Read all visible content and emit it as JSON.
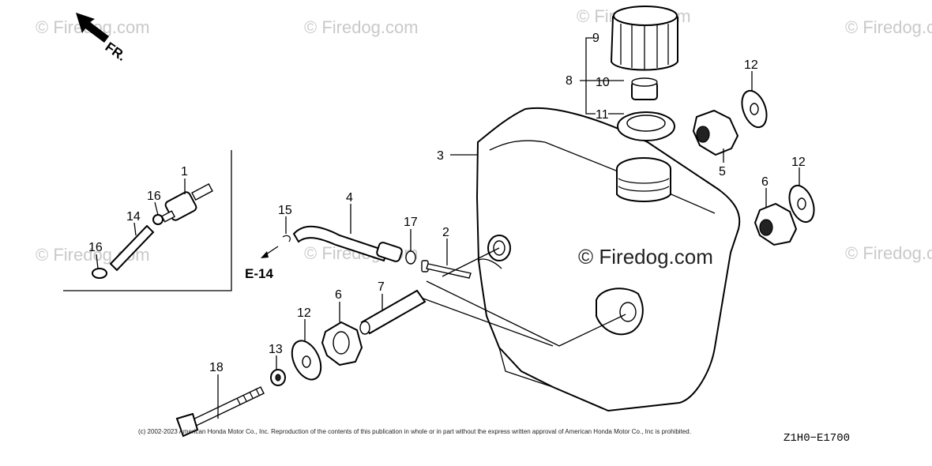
{
  "direction_label": "FR.",
  "ref_label": "E-14",
  "watermark": "© Firedog.com",
  "copyright": "(c) 2002-2023 American Honda Motor Co., Inc. Reproduction of the contents of this publication in whole or in part without the express written approval of American Honda Motor Co., Inc is prohibited.",
  "diagram_code": "Z1H0−E1700",
  "callouts": {
    "c1": "1",
    "c2": "2",
    "c3": "3",
    "c4": "4",
    "c5": "5",
    "c6a": "6",
    "c6b": "6",
    "c7": "7",
    "c8": "8",
    "c9": "9",
    "c10": "10",
    "c11": "11",
    "c12a": "12",
    "c12b": "12",
    "c12c": "12",
    "c13": "13",
    "c14": "14",
    "c15": "15",
    "c16a": "16",
    "c16b": "16",
    "c17": "17",
    "c18": "18"
  }
}
